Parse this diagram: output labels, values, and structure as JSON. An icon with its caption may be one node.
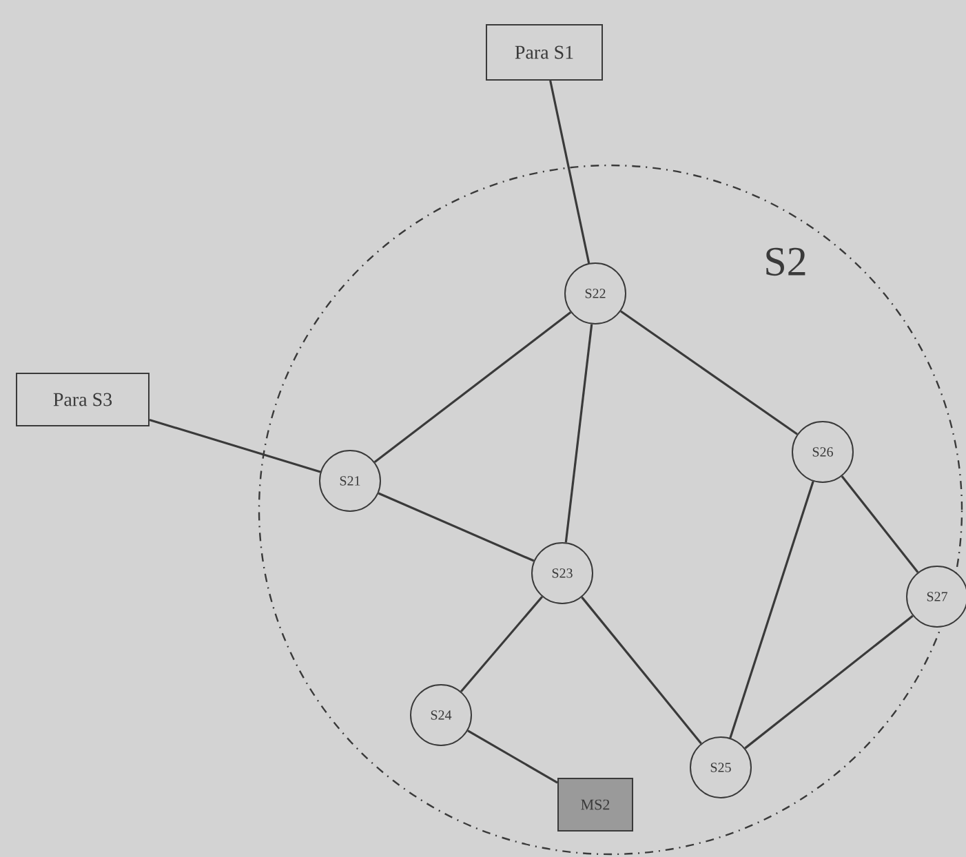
{
  "diagram": {
    "nodes": [
      {
        "text": [
          "Para S1"
        ]
      },
      {
        "text": [
          "S2"
        ]
      },
      {
        "text": [
          "S22"
        ],
        "in": 1
      },
      {
        "text": [
          "Para S3"
        ]
      },
      {
        "text": [
          "S21"
        ],
        "in": 1
      },
      {
        "text": [
          "S26"
        ],
        "in": 1
      },
      {
        "text": [
          "S23"
        ],
        "in": 1
      },
      {
        "text": [
          "S27"
        ],
        "in": 1
      },
      {
        "text": [
          "S24"
        ],
        "in": 1
      },
      {
        "text": [
          "S25"
        ],
        "in": 1
      },
      {
        "text": [
          "MS2"
        ],
        "in": 1
      }
    ],
    "edges": [
      {
        "from": 0,
        "to": 2,
        "arrow": "none"
      },
      {
        "from": 3,
        "to": 4,
        "arrow": "none"
      },
      {
        "from": 2,
        "to": 4,
        "arrow": "none"
      },
      {
        "from": 2,
        "to": 6,
        "arrow": "none"
      },
      {
        "from": 2,
        "to": 5,
        "arrow": "none"
      },
      {
        "from": 4,
        "to": 6,
        "arrow": "none"
      },
      {
        "from": 6,
        "to": 8,
        "arrow": "none"
      },
      {
        "from": 6,
        "to": 9,
        "arrow": "none"
      },
      {
        "from": 5,
        "to": 9,
        "arrow": "none"
      },
      {
        "from": 5,
        "to": 7,
        "arrow": "none"
      },
      {
        "from": 7,
        "to": 9,
        "arrow": "none"
      },
      {
        "from": 8,
        "to": 10,
        "arrow": "none"
      }
    ]
  }
}
